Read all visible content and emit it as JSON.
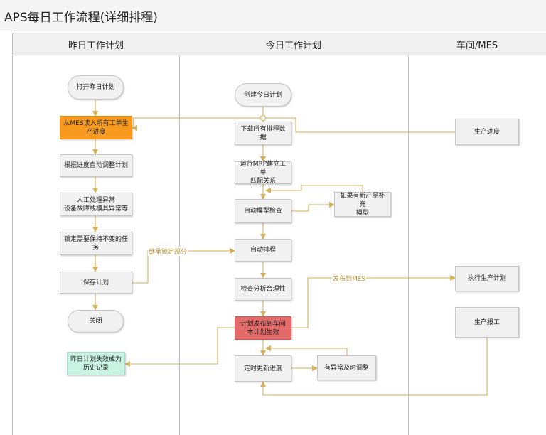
{
  "title": "APS每日工作流程(详细排程)",
  "lanes": [
    "昨日工作计划",
    "今日工作计划",
    "车间/MES"
  ],
  "nodes": {
    "open_yesterday": "打开昨日计划",
    "import_from_mes": "从MES读入所有工单生产进度",
    "auto_adjust": "根据进度自动调整计划",
    "manual_exceptions": "人工处理异常\n设备故障或模具异常等",
    "lock_tasks": "锁定需要保持不变的任务",
    "save_plan": "保存计划",
    "close": "关闭",
    "history": "昨日计划失效成为\n历史记录",
    "create_today": "创建今日计划",
    "download_data": "下载所有排程数据",
    "run_mrp": "运行MRP建立工单\n匹配关系",
    "auto_model_check": "自动模型检查",
    "supplement_model": "如果有新产品补充\n模型",
    "auto_schedule": "自动排程",
    "check_analysis": "检查分析合理性",
    "publish_plan": "计划发布到车间\n本计划生效",
    "periodic_update": "定时更新进度",
    "adjust_exception": "有异常及时调整",
    "production_progress": "生产进度",
    "execute_plan": "执行生产计划",
    "production_report": "生产报工"
  },
  "edge_labels": {
    "inherit_locked": "继承锁定部分",
    "publish_to_mes": "发布到MES"
  },
  "colors": {
    "edge": "#d4b15a",
    "orange": "#f79a1e",
    "red": "#e46a6a",
    "teal": "#c9f3e3"
  }
}
